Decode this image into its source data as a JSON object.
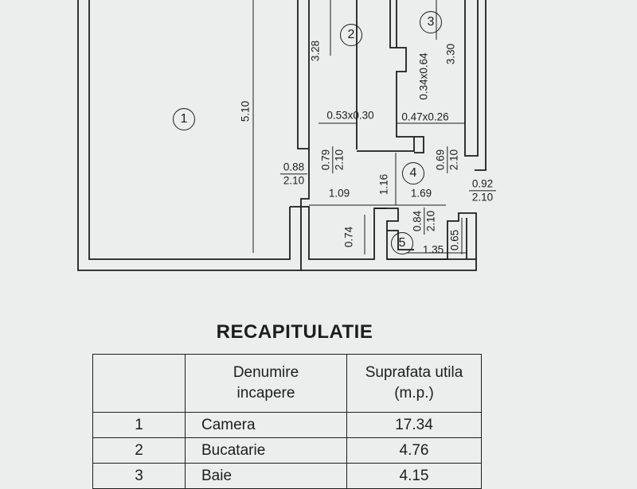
{
  "plan": {
    "rooms": [
      {
        "number": "1"
      },
      {
        "number": "2"
      },
      {
        "number": "3"
      },
      {
        "number": "4"
      },
      {
        "number": "5"
      }
    ],
    "dimensions": {
      "d_510": "5.10",
      "d_328": "3.28",
      "d_330": "3.30",
      "d_053x030": "0.53x0.30",
      "d_047x026": "0.47x0.26",
      "d_034x064": "0.34x0.64",
      "d_116": "1.16",
      "d_109": "1.09",
      "d_169": "1.69",
      "d_074": "0.74",
      "d_135": "1.35",
      "d_065": "0.65"
    },
    "openings": {
      "o1_top": "0.88",
      "o1_bottom": "2.10",
      "o2_top": "0.79",
      "o2_bottom": "2.10",
      "o3_top": "0.69",
      "o3_bottom": "2.10",
      "o4_top": "0.92",
      "o4_bottom": "2.10",
      "o5_top": "0.84",
      "o5_bottom": "2.10"
    }
  },
  "summary": {
    "title": "RECAPITULATIE",
    "headers": {
      "name": "Denumire incapere",
      "area": "Suprafata utila (m.p.)"
    },
    "rows": [
      {
        "no": "1",
        "name": "Camera",
        "area": "17.34"
      },
      {
        "no": "2",
        "name": "Bucatarie",
        "area": "4.76"
      },
      {
        "no": "3",
        "name": "Baie",
        "area": "4.15"
      }
    ]
  }
}
